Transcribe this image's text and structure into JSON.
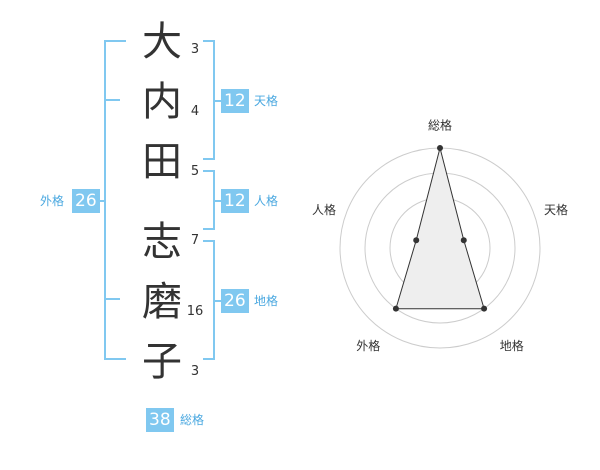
{
  "name_chars": [
    {
      "char": "大",
      "strokes": "3"
    },
    {
      "char": "内",
      "strokes": "4"
    },
    {
      "char": "田",
      "strokes": "5"
    },
    {
      "char": "志",
      "strokes": "7"
    },
    {
      "char": "磨",
      "strokes": "16"
    },
    {
      "char": "子",
      "strokes": "3"
    }
  ],
  "fortunes": {
    "tenkaku": {
      "value": "12",
      "label": "天格"
    },
    "jinkaku": {
      "value": "12",
      "label": "人格"
    },
    "chikaku": {
      "value": "26",
      "label": "地格"
    },
    "gaikaku": {
      "value": "26",
      "label": "外格"
    },
    "soukaku": {
      "value": "38",
      "label": "総格"
    }
  },
  "chart_data": {
    "type": "radar",
    "axes": [
      "総格",
      "天格",
      "地格",
      "外格",
      "人格"
    ],
    "values": [
      4,
      1,
      3,
      3,
      1
    ],
    "max": 4,
    "rings": 4,
    "colors": {
      "fill": "#eeeeee",
      "line": "#333333",
      "ring": "#cccccc",
      "bracket": "#80c8f0"
    }
  }
}
